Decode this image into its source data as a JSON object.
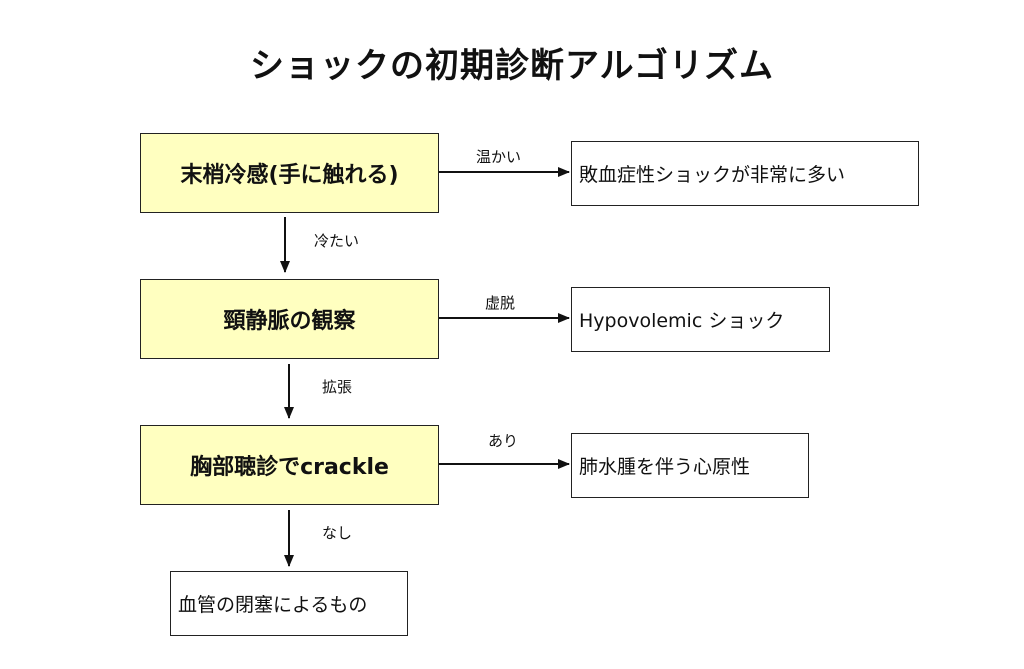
{
  "title": "ショックの初期診断アルゴリズム",
  "steps": [
    {
      "label": "末梢冷感(手に触れる)"
    },
    {
      "label": "頸静脈の観察"
    },
    {
      "label": "胸部聴診でcrackle"
    }
  ],
  "results": [
    {
      "label": "敗血症性ショックが非常に多い"
    },
    {
      "label": "Hypovolemic ショック"
    },
    {
      "label": "肺水腫を伴う心原性"
    },
    {
      "label": "血管の閉塞によるもの"
    }
  ],
  "edges": {
    "right": [
      "温かい",
      "虚脱",
      "あり"
    ],
    "down": [
      "冷たい",
      "拡張",
      "なし"
    ]
  },
  "colors": {
    "step_fill": "#ffffc0",
    "result_fill": "#ffffff",
    "line": "#111111"
  }
}
